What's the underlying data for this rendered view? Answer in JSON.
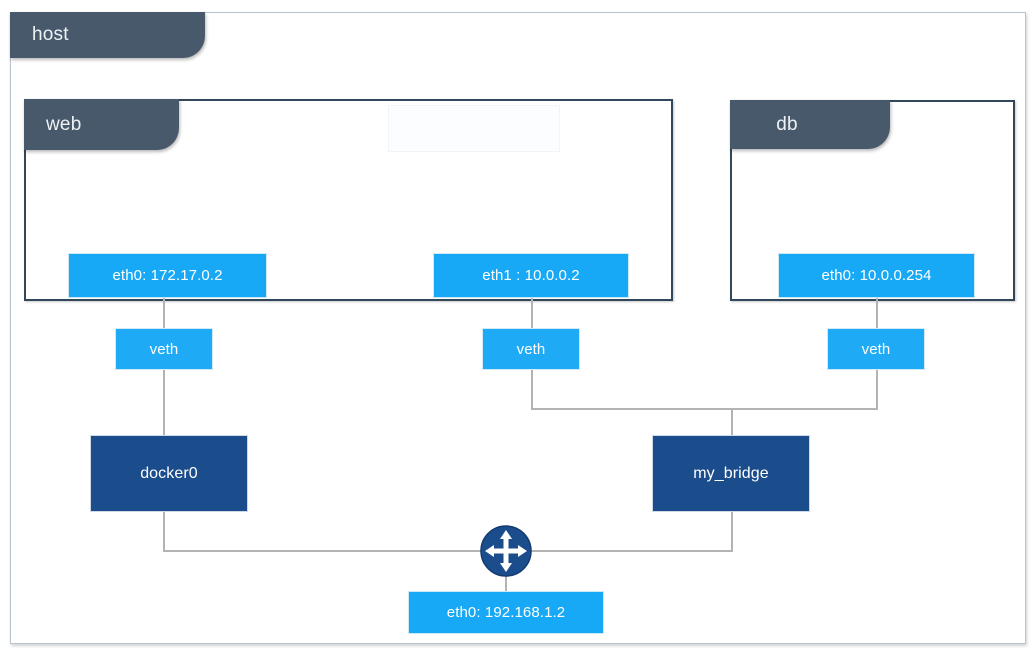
{
  "diagram": {
    "title": "host",
    "type": "network-topology",
    "namespaces": [
      {
        "id": "host",
        "label": "host"
      },
      {
        "id": "web",
        "label": "web"
      },
      {
        "id": "db",
        "label": "db"
      }
    ],
    "interfaces": [
      {
        "id": "web-eth0",
        "label": "eth0: 172.17.0.2",
        "parent": "web",
        "connects_to": "veth-1"
      },
      {
        "id": "web-eth1",
        "label": "eth1 : 10.0.0.2",
        "parent": "web",
        "connects_to": "veth-2"
      },
      {
        "id": "db-eth0",
        "label": "eth0: 10.0.0.254",
        "parent": "db",
        "connects_to": "veth-3"
      },
      {
        "id": "host-eth0",
        "label": "eth0: 192.168.1.2",
        "parent": "host",
        "connects_to": "router"
      }
    ],
    "veths": [
      {
        "id": "veth-1",
        "label": "veth",
        "connects_to": "docker0"
      },
      {
        "id": "veth-2",
        "label": "veth",
        "connects_to": "my_bridge"
      },
      {
        "id": "veth-3",
        "label": "veth",
        "connects_to": "my_bridge"
      }
    ],
    "bridges": [
      {
        "id": "docker0",
        "label": "docker0",
        "connects_to": "router"
      },
      {
        "id": "my_bridge",
        "label": "my_bridge",
        "connects_to": "router"
      }
    ],
    "router": {
      "id": "router",
      "label": "router-icon"
    },
    "colors": {
      "namespace_tab": "#47596b",
      "namespace_border": "#33475b",
      "interface_fill": "#17a9f5",
      "veth_fill": "#1eaaf5",
      "bridge_fill": "#1b4c8c",
      "router_fill": "#1b4c8c",
      "connector": "#b3b3b3",
      "host_border": "#b9c3cc",
      "background": "#ffffff"
    }
  }
}
